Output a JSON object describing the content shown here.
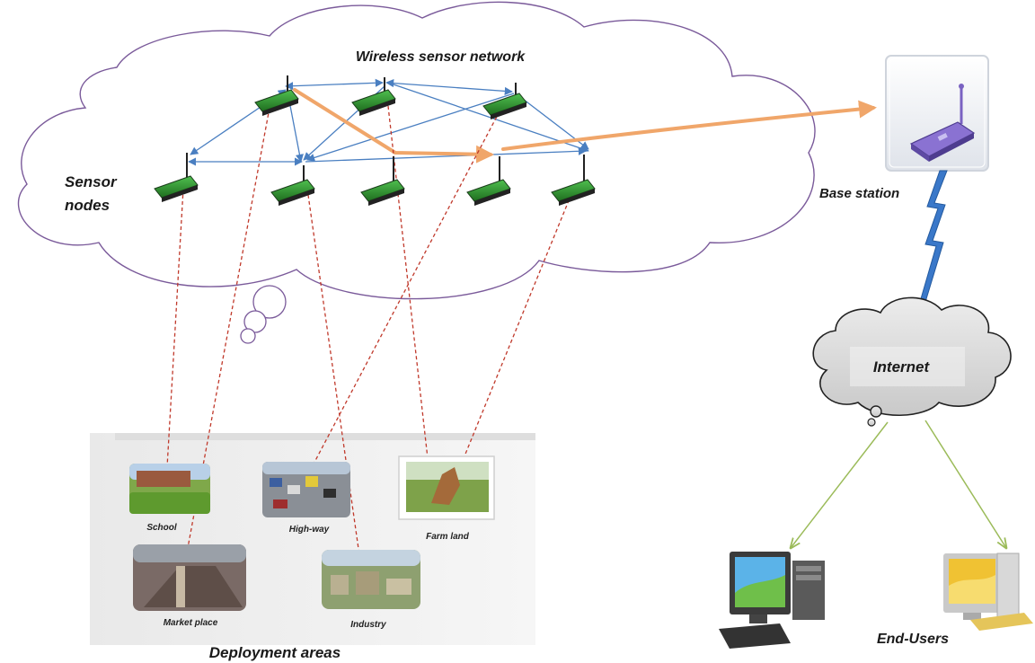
{
  "diagram": {
    "cloud_title": "Wireless sensor network",
    "sensor_label_line1": "Sensor",
    "sensor_label_line2": "nodes",
    "base_station_label": "Base station",
    "internet_label": "Internet",
    "end_users_label": "End-Users",
    "deployment_label": "Deployment areas",
    "areas": [
      {
        "label": "School"
      },
      {
        "label": "High-way"
      },
      {
        "label": "Farm land"
      },
      {
        "label": "Market place"
      },
      {
        "label": "Industry"
      }
    ],
    "colors": {
      "cloud_stroke": "#7a5a9a",
      "link": "#4a7fc1",
      "dashed_link": "#c0392b",
      "data_flow": "#f0a66a",
      "sensor_board": "#2e8b2e",
      "base_station": "#7a62c2",
      "internet_cloud": "#dcdcdc",
      "user_link": "#9bbb59"
    }
  }
}
